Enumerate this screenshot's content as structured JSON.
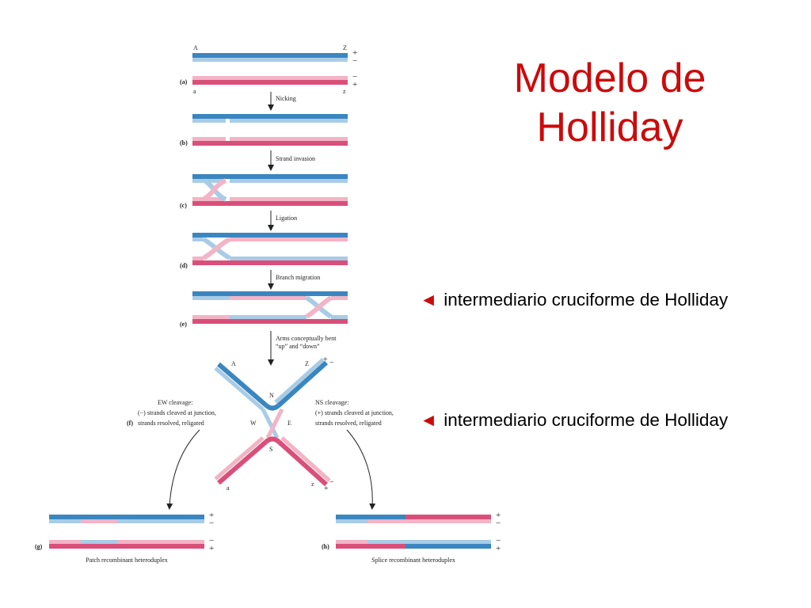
{
  "slide": {
    "title_line1": "Modelo de",
    "title_line2": "Holliday",
    "callout_arrow": "◄",
    "callouts": [
      "intermediario cruciforme de Holliday",
      "intermediario cruciforme de Holliday"
    ]
  },
  "colors": {
    "blue_dark": "#3a86c0",
    "blue_light": "#a9cce6",
    "pink_dark": "#d94f7a",
    "pink_light": "#f2b4c6",
    "title_red": "#cc0a0a"
  },
  "diagram": {
    "panels": {
      "a": "(a)",
      "b": "(b)",
      "c": "(c)",
      "d": "(d)",
      "e": "(e)",
      "f": "(f)",
      "g": "(g)",
      "h": "(h)"
    },
    "ends": {
      "A": "A",
      "Z": "Z",
      "a": "a",
      "z": "z"
    },
    "strand_signs": {
      "plus": "+",
      "minus": "−"
    },
    "steps": {
      "nicking": "Nicking",
      "strand_invasion": "Strand invasion",
      "ligation": "Ligation",
      "branch_migration": "Branch migration",
      "arms_line1": "Arms conceptually bent",
      "arms_line2": "“up” and “down”"
    },
    "compass": {
      "N": "N",
      "S": "S",
      "E": "E",
      "W": "W"
    },
    "ew": {
      "line1": "EW cleavage:",
      "line2": "(−) strands cleaved at junction,",
      "line3": "strands resolved, religated"
    },
    "ns": {
      "line1": "NS cleavage:",
      "line2": "(+) strands cleaved at junction,",
      "line3": "strands resolved, religated"
    },
    "results": {
      "patch": "Patch recombinant heteroduplex",
      "splice": "Splice recombinant heteroduplex"
    }
  }
}
